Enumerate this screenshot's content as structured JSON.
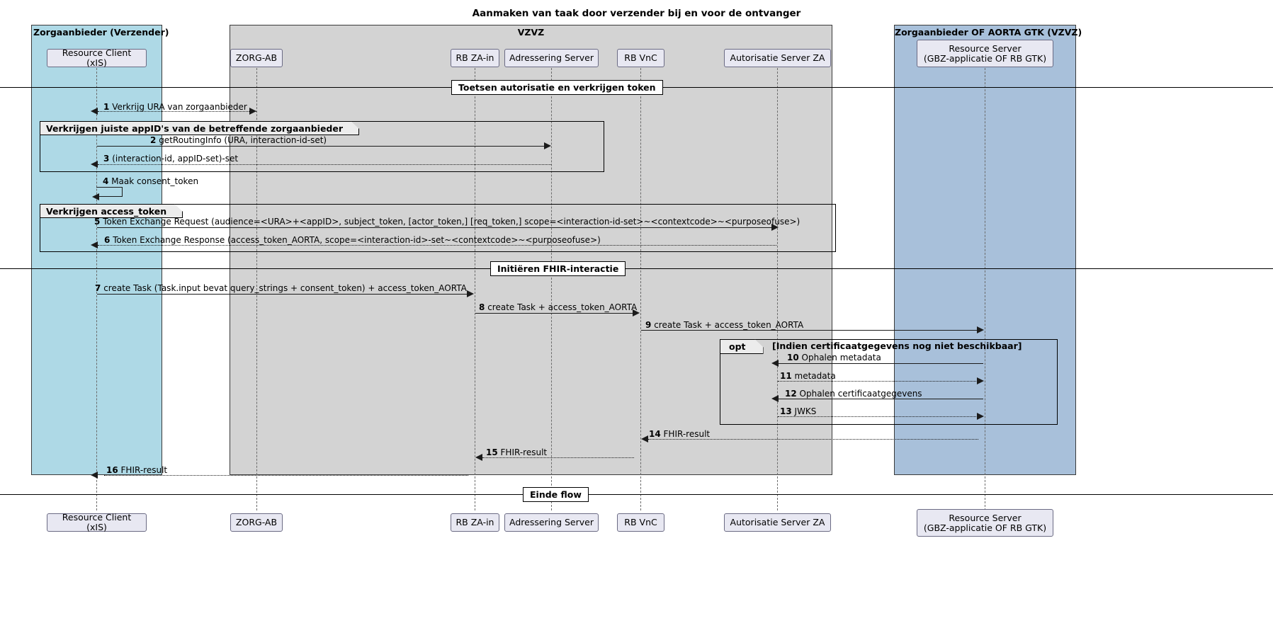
{
  "title": "Aanmaken van taak door verzender bij en voor de ontvanger",
  "participant_boxes": [
    {
      "name": "box-zorgaanbieder-verzender",
      "label": "Zorgaanbieder (Verzender)",
      "color": "#aed9e6"
    },
    {
      "name": "box-vzvz",
      "label": "VZVZ",
      "color": "#d3d3d3"
    },
    {
      "name": "box-zorgaanbieder-aorta-gtk",
      "label": "Zorgaanbieder OF AORTA GTK (VZVZ)",
      "color": "#a8c0da"
    }
  ],
  "participants": [
    {
      "id": "resource-client",
      "label": "Resource Client (xIS)"
    },
    {
      "id": "zorg-ab",
      "label": "ZORG-AB"
    },
    {
      "id": "rb-za-in",
      "label": "RB ZA-in"
    },
    {
      "id": "adresserings-server",
      "label": "Adressering Server"
    },
    {
      "id": "rb-vnc",
      "label": "RB VnC"
    },
    {
      "id": "autorisatie-server-za",
      "label": "Autorisatie Server ZA"
    },
    {
      "id": "resource-server",
      "label": "Resource Server\n(GBZ-applicatie OF RB GTK)"
    }
  ],
  "participants_foot": [
    {
      "id": "resource-client",
      "label": "Resource Client (xIS)"
    },
    {
      "id": "zorg-ab",
      "label": "ZORG-AB"
    },
    {
      "id": "rb-za-in",
      "label": "RB ZA-in"
    },
    {
      "id": "adresserings-server",
      "label": "Adressering Server"
    },
    {
      "id": "rb-vnc",
      "label": "RB VnC"
    },
    {
      "id": "autorisatie-server-za",
      "label": "Autorisatie Server ZA"
    },
    {
      "id": "resource-server",
      "label": "Resource Server\n(GBZ-applicatie OF RB GTK)"
    }
  ],
  "dividers": [
    {
      "id": "divider-toetsen",
      "label": "Toetsen autorisatie en verkrijgen token"
    },
    {
      "id": "divider-initieren",
      "label": "Initiëren FHIR-interactie"
    },
    {
      "id": "divider-einde",
      "label": "Einde flow"
    }
  ],
  "frames": [
    {
      "id": "frame-appid",
      "tab": "Verkrijgen juiste appID's van de betreffende zorgaanbieder",
      "cond": ""
    },
    {
      "id": "frame-access-token",
      "tab": "Verkrijgen access_token",
      "cond": ""
    },
    {
      "id": "frame-opt-cert",
      "tab": "opt",
      "cond": "[Indien certificaatgegevens nog niet beschikbaar]"
    }
  ],
  "messages": [
    {
      "num": "1",
      "text": "Verkrijg URA van zorgaanbieder"
    },
    {
      "num": "2",
      "text": "getRoutingInfo (URA, interaction-id-set)"
    },
    {
      "num": "3",
      "text": "(interaction-id, appID-set)-set"
    },
    {
      "num": "4",
      "text": "Maak consent_token"
    },
    {
      "num": "5",
      "text": "Token Exchange Request (audience=<URA>+<appID>, subject_token, [actor_token,] [req_token,] scope=<interaction-id-set>~<contextcode>~<purposeofuse>)"
    },
    {
      "num": "6",
      "text": "Token Exchange Response (access_token_AORTA, scope=<interaction-id>-set~<contextcode>~<purposeofuse>)"
    },
    {
      "num": "7",
      "text": "create Task (Task.input bevat query_strings + consent_token) + access_token_AORTA"
    },
    {
      "num": "8",
      "text": "create Task + access_token_AORTA"
    },
    {
      "num": "9",
      "text": "create Task + access_token_AORTA"
    },
    {
      "num": "10",
      "text": "Ophalen metadata"
    },
    {
      "num": "11",
      "text": "metadata"
    },
    {
      "num": "12",
      "text": "Ophalen certificaatgegevens"
    },
    {
      "num": "13",
      "text": "JWKS"
    },
    {
      "num": "14",
      "text": "FHIR-result"
    },
    {
      "num": "15",
      "text": "FHIR-result"
    },
    {
      "num": "16",
      "text": "FHIR-result"
    }
  ],
  "colors": {
    "box_verzender": "#aed9e6",
    "box_vzvz": "#d3d3d3",
    "box_aorta": "#a8c0da",
    "participant_fill": "#e8e8f2",
    "participant_border": "#6b6b84",
    "line": "#1b1b1b"
  }
}
